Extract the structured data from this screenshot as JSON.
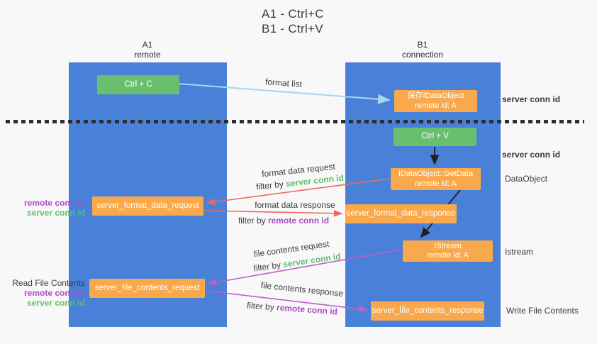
{
  "title": {
    "line1": "A1 - Ctrl+C",
    "line2": "B1 - Ctrl+V"
  },
  "lanes": {
    "a1": {
      "name": "A1",
      "role": "remote"
    },
    "b1": {
      "name": "B1",
      "role": "connection"
    }
  },
  "nodes": {
    "ctrl_c": {
      "label": "Ctrl + C"
    },
    "ctrl_v": {
      "label": "Ctrl + V"
    },
    "save_idataobject": {
      "line1": "保存IDataObject",
      "line2": "remote id: A"
    },
    "getdata": {
      "line1": "IDataObject::GetData",
      "line2": "remote id: A"
    },
    "format_request": {
      "label": "server_format_data_request"
    },
    "format_response": {
      "label": "server_format_data_response"
    },
    "istream": {
      "line1": "IStream",
      "line2": "remote id: A"
    },
    "file_request": {
      "label": "server_file_contents_request"
    },
    "file_response": {
      "label": "server_file_contents_response"
    }
  },
  "edges": {
    "format_list": "format list",
    "format_data_request": "format data request",
    "format_data_response": "format data response",
    "file_contents_request": "file contents request",
    "file_contents_response": "file contents response",
    "filter_by": "filter by",
    "server_conn_id": "server conn id",
    "remote_conn_id": "remote conn id"
  },
  "annotations": {
    "left": {
      "remote_conn_id": "remote conn id",
      "server_conn_id": "server conn id",
      "read_file_contents": "Read File Contents"
    },
    "right": {
      "server_conn_id": "server conn id",
      "dataobject": "DataObject",
      "istream": "Istream",
      "write_file_contents": "Write File Contents"
    }
  },
  "colors": {
    "background": "#f8f8f8",
    "lane_blue": "#4a81d8",
    "node_green": "#6abf6f",
    "node_orange": "#f9a94c",
    "arrow_blue": "#a7d4f1",
    "arrow_red": "#ed6a5e",
    "arrow_purple": "#c05ec6",
    "arrow_black": "#1f1f1f",
    "conn_id_green": "#5fbf68",
    "conn_id_purple": "#ae4bc8"
  }
}
